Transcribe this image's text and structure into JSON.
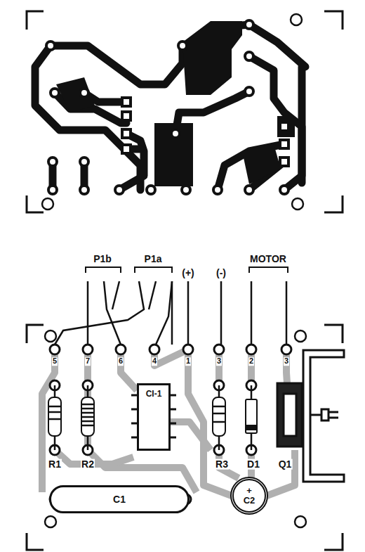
{
  "diagram": {
    "nodes": [
      {
        "text": [
          "CI-1"
        ]
      },
      {
        "text": [
          "C1"
        ]
      },
      {
        "text": [
          "C2",
          "+"
        ]
      }
    ],
    "labels": [
      "P1b",
      "P1a",
      "(+)",
      "(-)",
      "MOTOR",
      "5",
      "7",
      "6",
      "4",
      "1",
      "3",
      "2",
      "3",
      "R1",
      "R2",
      "R3",
      "D1",
      "Q1"
    ]
  }
}
